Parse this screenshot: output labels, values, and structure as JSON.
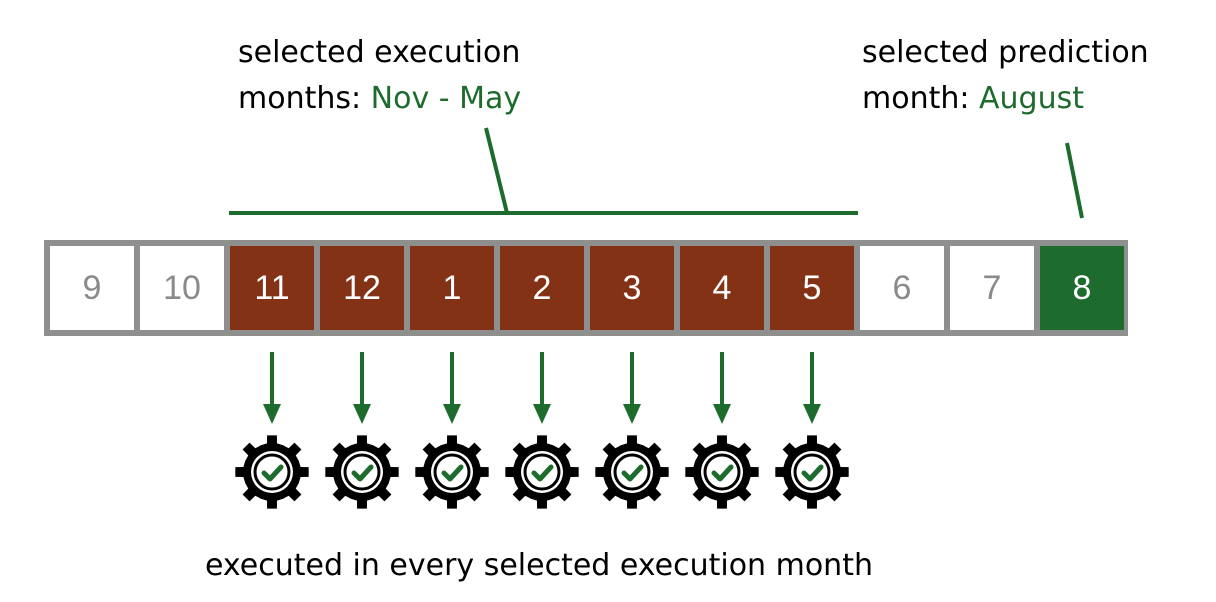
{
  "execution_label": {
    "prefix_line1": "selected execution",
    "prefix_line2": "months: ",
    "value": "Nov - May"
  },
  "prediction_label": {
    "prefix_line1": "selected prediction",
    "prefix_line2": "month: ",
    "value": "August"
  },
  "months": [
    {
      "label": "9",
      "state": "plain"
    },
    {
      "label": "10",
      "state": "plain"
    },
    {
      "label": "11",
      "state": "exec"
    },
    {
      "label": "12",
      "state": "exec"
    },
    {
      "label": "1",
      "state": "exec"
    },
    {
      "label": "2",
      "state": "exec"
    },
    {
      "label": "3",
      "state": "exec"
    },
    {
      "label": "4",
      "state": "exec"
    },
    {
      "label": "5",
      "state": "exec"
    },
    {
      "label": "6",
      "state": "plain"
    },
    {
      "label": "7",
      "state": "plain"
    },
    {
      "label": "8",
      "state": "pred"
    }
  ],
  "caption": "executed in every selected execution month",
  "colors": {
    "execution": "#843216",
    "prediction": "#1e6b2e",
    "accent_green": "#1e6b2e",
    "plain_text": "#8a8a8a",
    "border": "#8f8f8f"
  },
  "icons": {
    "arrow": "arrow-down-icon",
    "gear": "gear-check-icon"
  }
}
